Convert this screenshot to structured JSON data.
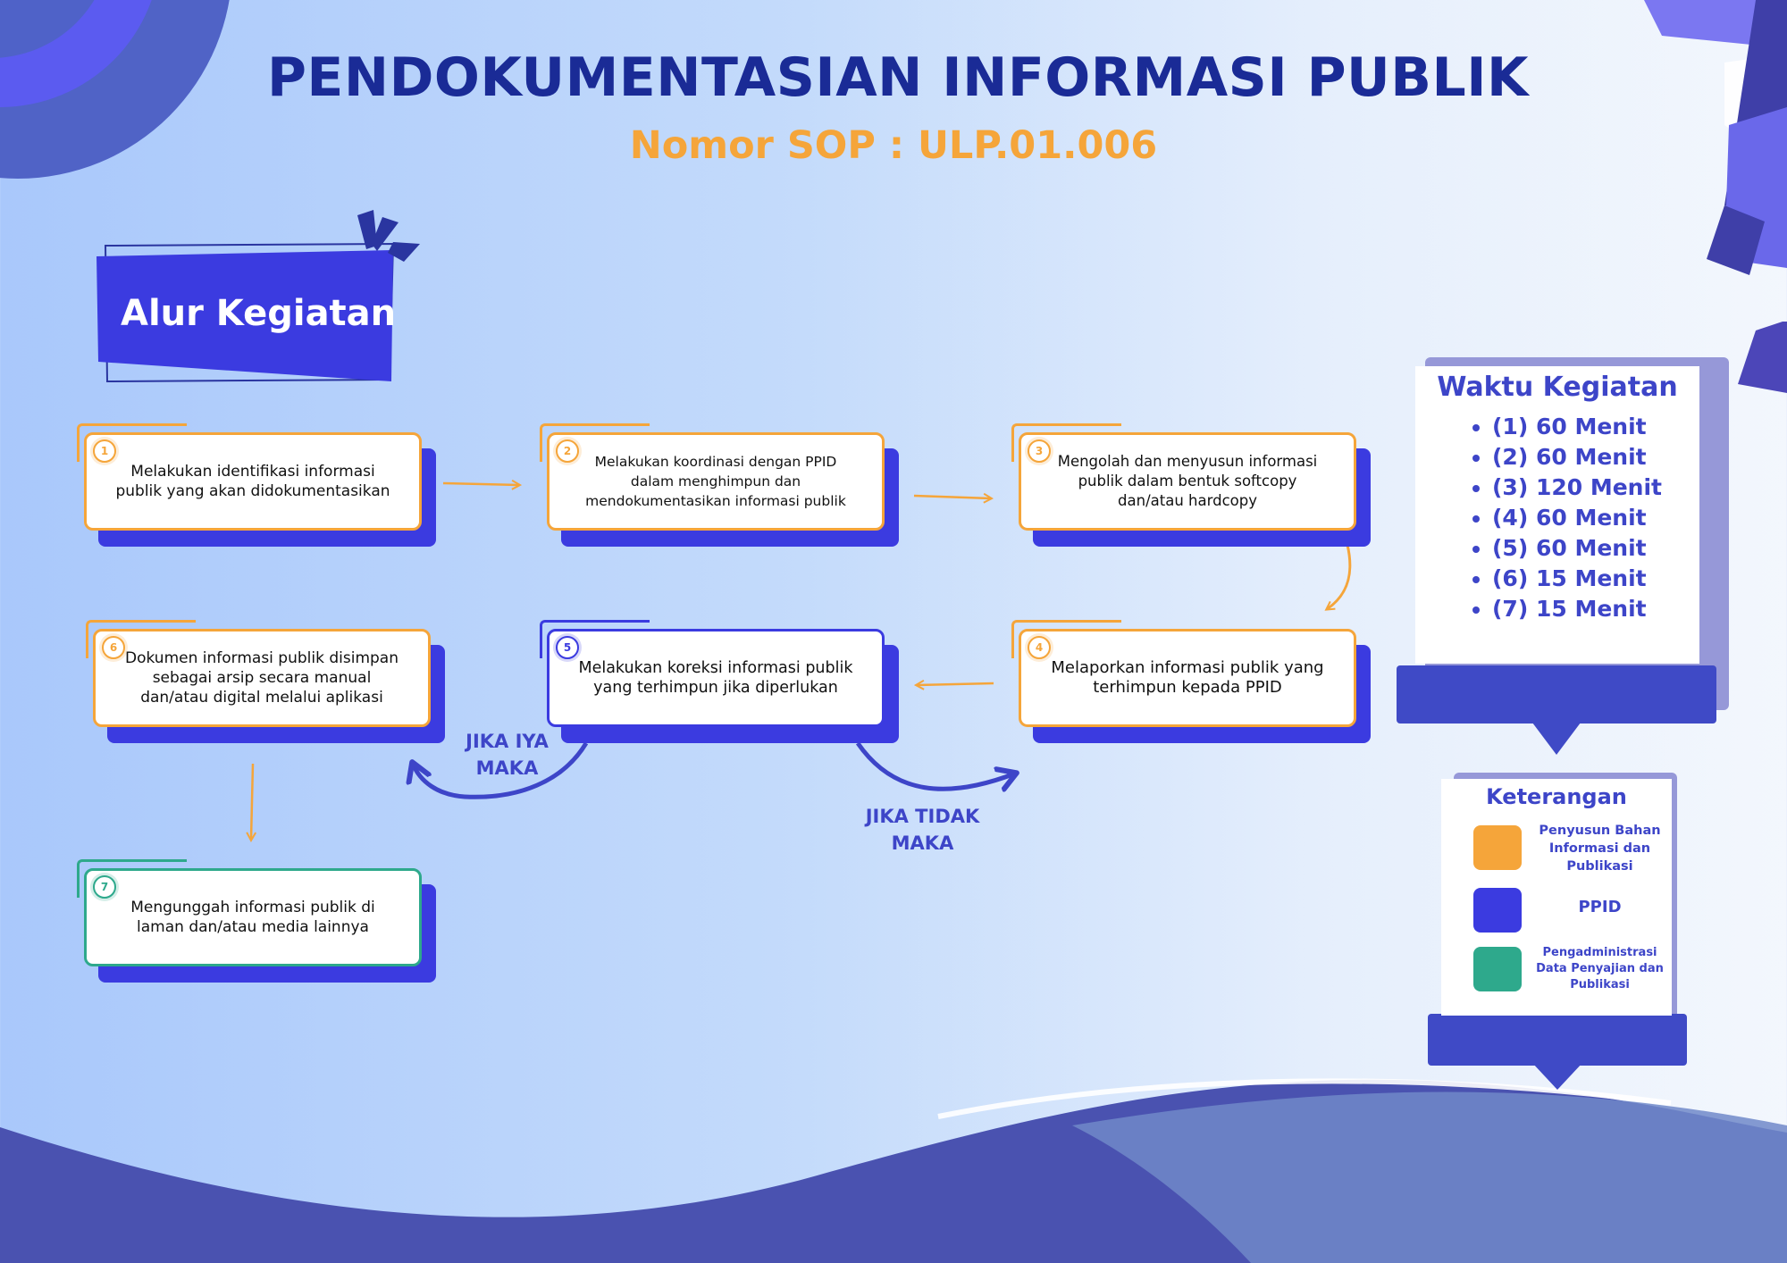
{
  "header": {
    "title": "PENDOKUMENTASIAN INFORMASI PUBLIK",
    "subtitle": "Nomor SOP : ULP.01.006"
  },
  "section": {
    "label": "Alur Kegiatan"
  },
  "colors": {
    "orange": "#f5a53a",
    "blue": "#3b3be0",
    "green": "#2ea98c",
    "navy": "#1a2b96",
    "panel": "#3f4ac6"
  },
  "steps": [
    {
      "number": "1",
      "text": "Melakukan identifikasi informasi publik yang akan didokumentasikan",
      "role": "orange"
    },
    {
      "number": "2",
      "text": "Melakukan koordinasi dengan PPID dalam menghimpun dan mendokumentasikan informasi publik",
      "role": "orange"
    },
    {
      "number": "3",
      "text": "Mengolah dan menyusun informasi publik dalam bentuk softcopy dan/atau hardcopy",
      "role": "orange"
    },
    {
      "number": "4",
      "text": "Melaporkan informasi publik yang terhimpun kepada PPID",
      "role": "orange"
    },
    {
      "number": "5",
      "text": "Melakukan koreksi informasi publik yang terhimpun jika diperlukan",
      "role": "blue"
    },
    {
      "number": "6",
      "text": "Dokumen informasi publik disimpan sebagai arsip secara manual dan/atau digital melalui aplikasi",
      "role": "orange"
    },
    {
      "number": "7",
      "text": "Mengunggah informasi publik di laman dan/atau media lainnya",
      "role": "green"
    }
  ],
  "conditions": {
    "yes_line1": "JIKA IYA",
    "yes_line2": "MAKA",
    "no_line1": "JIKA TIDAK",
    "no_line2": "MAKA"
  },
  "time_panel": {
    "title": "Waktu Kegiatan",
    "items": [
      "(1) 60 Menit",
      "(2) 60 Menit",
      "(3) 120 Menit",
      "(4) 60 Menit",
      "(5) 60 Menit",
      "(6) 15 Menit",
      "(7) 15 Menit"
    ]
  },
  "legend": {
    "title": "Keterangan",
    "items": [
      {
        "line1": "Penyusun Bahan",
        "line2": "Informasi dan",
        "line3": "Publikasi",
        "color": "#f5a53a"
      },
      {
        "line1": "PPID",
        "line2": "",
        "line3": "",
        "color": "#3b3be0"
      },
      {
        "line1": "Pengadministrasi",
        "line2": "Data Penyajian dan",
        "line3": "Publikasi",
        "color": "#2ea98c"
      }
    ]
  }
}
